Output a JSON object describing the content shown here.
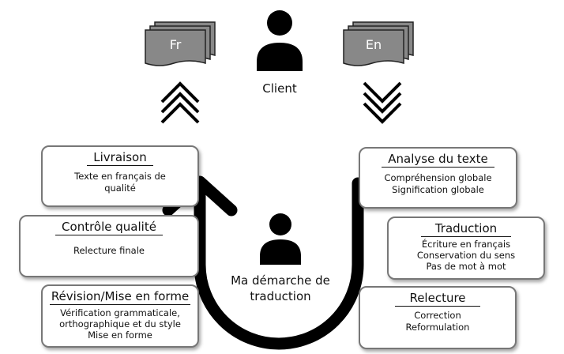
{
  "client": {
    "label": "Client"
  },
  "languages": {
    "source": "Fr",
    "target": "En"
  },
  "center": {
    "line1": "Ma démarche de",
    "line2": "traduction"
  },
  "boxes": {
    "livraison": {
      "title": "Livraison",
      "lines": [
        "Texte en français de",
        "qualité"
      ]
    },
    "controle": {
      "title": "Contrôle qualité",
      "lines": [
        "Relecture finale"
      ]
    },
    "revision": {
      "title": "Révision/Mise en forme",
      "lines": [
        "Vérification grammaticale,",
        "orthographique et du style",
        "Mise en forme"
      ]
    },
    "analyse": {
      "title": "Analyse du texte",
      "lines": [
        "Compréhension globale",
        "Signification globale"
      ]
    },
    "traduction": {
      "title": "Traduction",
      "lines": [
        "Écriture en français",
        "Conservation du sens",
        "Pas de mot à mot"
      ]
    },
    "relecture": {
      "title": "Relecture",
      "lines": [
        "Correction",
        "Reformulation"
      ]
    }
  },
  "colors": {
    "box_border": "#777777",
    "doc_fill": "#888888",
    "arrow": "#000000"
  }
}
